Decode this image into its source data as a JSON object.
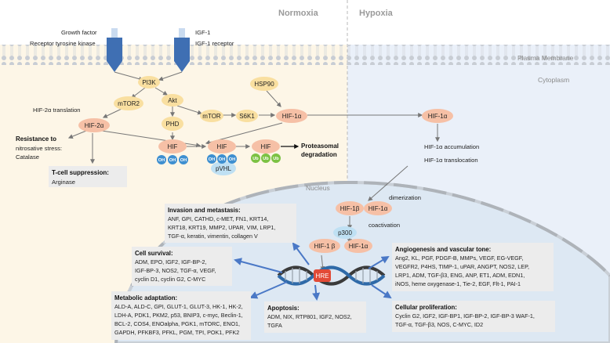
{
  "headers": {
    "normoxia": "Normoxia",
    "hypoxia": "Hypoxia"
  },
  "regions": {
    "plasma_membrane": "Plasma Membrane",
    "cytoplasm": "Cytoplasm",
    "nucleus": "Nucleus"
  },
  "receptors": {
    "growth_factor": "Growth factor",
    "rtk": "Receptor tyrosine kinase",
    "igf1": "IGF-1",
    "igf1_receptor": "IGF-1 receptor"
  },
  "nodes": {
    "pi3k": "PI3K",
    "mtor2": "mTOR2",
    "akt": "Akt",
    "hsp90": "HSP90",
    "hif2a": "HIF-2α",
    "phd": "PHD",
    "mtor": "mTOR",
    "s6k1": "S6K1",
    "hif1a": "HIF-1α",
    "hif_a": "HIF",
    "hif_b": "HIF",
    "hif_c": "HIF",
    "pvhl": "pVHL",
    "hif1a_hyp": "HIF-1α",
    "hif1b": "HIF-1β",
    "hif1a_nuc": "HIF-1α",
    "p300": "p300",
    "hif1b_lower": "HIF-1 β",
    "hif1a_lower": "HIF-1α",
    "hre": "HRE"
  },
  "labels": {
    "oh": "OH",
    "ub": "Ub",
    "hif2a_translation": "HIF-2α translation",
    "resistance_title": "Resistance to",
    "resistance_body_1": "nitrosative stress:",
    "resistance_body_2": "Catalase",
    "tcell_title": "T-cell suppression:",
    "tcell_body": "Arginase",
    "proteasomal_1": "Proteasomal",
    "proteasomal_2": "degradation",
    "accumulation": "HIF-1α accumulation",
    "translocation": "HIF-1α translocation",
    "dimerization": "dimerization",
    "coactivation": "coactivation"
  },
  "boxes": {
    "invasion": {
      "title": "Invasion and metastasis:",
      "lines": [
        "ANF, GPI, CATHD, c-MET, FN1, KRT14,",
        "KRT18, KRT19, MMP2, UPAR, VIM, LRP1,",
        "TGF-α, keratin, vimentin, collagen V"
      ]
    },
    "survival": {
      "title": "Cell survival:",
      "lines": [
        "ADM, EPO, IGF2, IGF-BP-2,",
        "IGF-BP-3, NOS2, TGF-α, VEGF,",
        "cyclin D1, cyclin G2, C-MYC"
      ]
    },
    "metabolic": {
      "title": "Metabolic adaptation:",
      "lines": [
        "ALD-A, ALD-C, GPI, GLUT-1, GLUT-3, HK-1, HK-2,",
        "LDH-A,  PDK1, PKM2, p53, BNIP3, c-myc, Beclin-1,",
        "BCL-2, COS4, ENOalpha, PGK1, mTORC, ENO1,",
        "GAPDH, PFKBF3, PFKL, PGM, TPI, POK1, PFK2"
      ]
    },
    "apoptosis": {
      "title": "Apoptosis:",
      "lines": [
        "ADM, NIX, RTP801, IGF2, NOS2,",
        "TGFA"
      ]
    },
    "angiogenesis": {
      "title": "Angiogenesis and vascular tone:",
      "lines": [
        "Ang2, KL, PGF, PDGF-B, MMPs, VEGF, EG-VEGF,",
        "VEGFR2, P4HS, TIMP-1, uPAR, ANGPT, NOS2, LEP,",
        "LRP1, ADM, TGF-β3, ENG, ANP, ET1, ADM, EDN1,",
        "iNOS, heme oxygenase-1, Tie-2, EGF, Flt-1, PAI-1"
      ]
    },
    "proliferation": {
      "title": "Cellular proliferation:",
      "lines": [
        "Cyclin G2, IGF2, IGF-BP1, IGF-BP-2, IGF-BP-3 WAF-1,",
        "TGF-α, TGF-β3, NOS, C-MYC, ID2"
      ]
    }
  },
  "colors": {
    "normoxia_bg": "#fdf6e7",
    "hypoxia_bg": "#eaf0f9",
    "nucleus_fill": "#dde8f3",
    "node_yellow": "#f9dfa0",
    "node_salmon": "#f6c0a6",
    "oh_blue": "#3e8fd0",
    "ub_green": "#7cc243",
    "receptor_blue": "#3f6fb3",
    "arrow_blue": "#4a78c6",
    "hre_red": "#e24a36"
  }
}
